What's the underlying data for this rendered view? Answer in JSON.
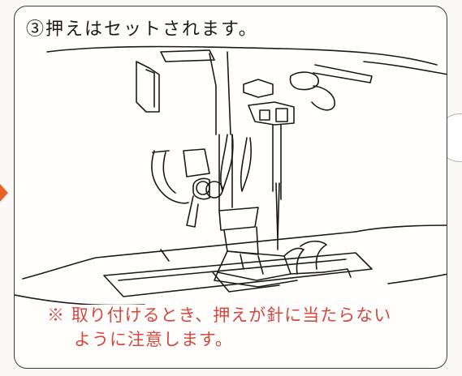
{
  "page": {
    "step_title": "③押えはセットされます。",
    "caution_mark": "※",
    "caution_line1": "取り付けるとき、押えが針に当たらない",
    "caution_line2": "ように注意します。"
  },
  "illustration": {
    "subject": "presser-foot-attached-to-sewing-machine"
  },
  "colors": {
    "caution_text": "#d4483f",
    "marker_arrow": "#e8642a",
    "line_art": "#1a1a1a"
  }
}
